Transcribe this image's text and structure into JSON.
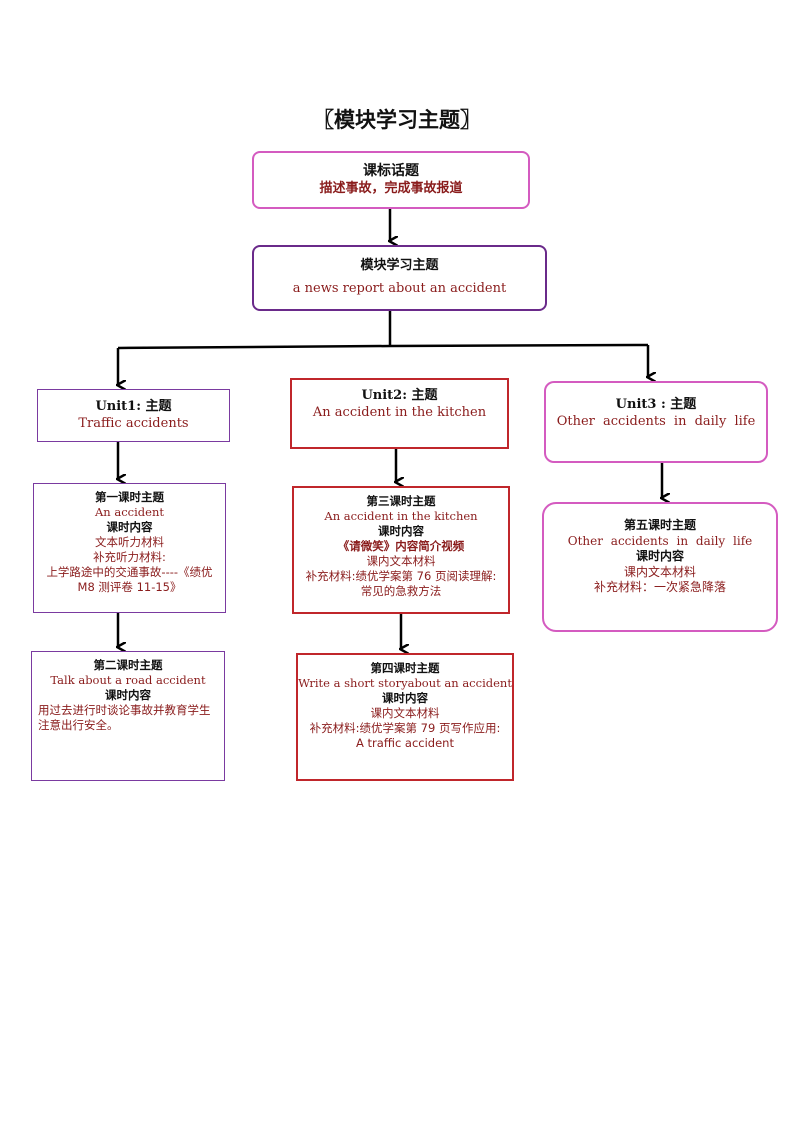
{
  "page_title": "〖模块学习主题〗",
  "topic": {
    "title": "课标话题",
    "subtitle": "描述事故，完成事故报道"
  },
  "module": {
    "title": "模块学习主题",
    "subtitle": "a news report about an accident"
  },
  "units": {
    "unit1": {
      "title": "Unit1:  主题",
      "subtitle": "Traffic accidents"
    },
    "unit2": {
      "title": "Unit2:  主题",
      "subtitle": "An accident in the kitchen"
    },
    "unit3": {
      "title": "Unit3 :  主题",
      "subtitle": "Other accidents in daily life"
    }
  },
  "lessons": {
    "l1": {
      "title": "第一课时主题",
      "topic": "An accident",
      "content_heading": "课时内容",
      "lines": [
        "文本听力材料",
        "补充听力材料:",
        "上学路途中的交通事故----《绩优 M8 测评卷 11-15》"
      ]
    },
    "l2": {
      "title": "第二课时主题",
      "topic": "Talk about a road accident",
      "content_heading": "课时内容",
      "lines": [
        "用过去进行时谈论事故并教育学生注意出行安全。"
      ]
    },
    "l3": {
      "title": "第三课时主题",
      "topic": "An accident in the kitchen",
      "content_heading": "课时内容",
      "highlight": "《请微笑》内容简介视频",
      "lines": [
        "课内文本材料",
        "补充材料:绩优学案第 76 页阅读理解:",
        "常见的急救方法"
      ]
    },
    "l4": {
      "title": "第四课时主题",
      "topic": "Write a short storyabout an accident",
      "content_heading": "课时内容",
      "lines": [
        "课内文本材料",
        "补充材料:绩优学案第 79 页写作应用:",
        "A traffic accident"
      ]
    },
    "l5": {
      "title": "第五课时主题",
      "topic": "Other accidents in daily life",
      "content_heading": "课时内容",
      "lines": [
        "课内文本材料",
        "补充材料：一次紧急降落"
      ]
    }
  }
}
